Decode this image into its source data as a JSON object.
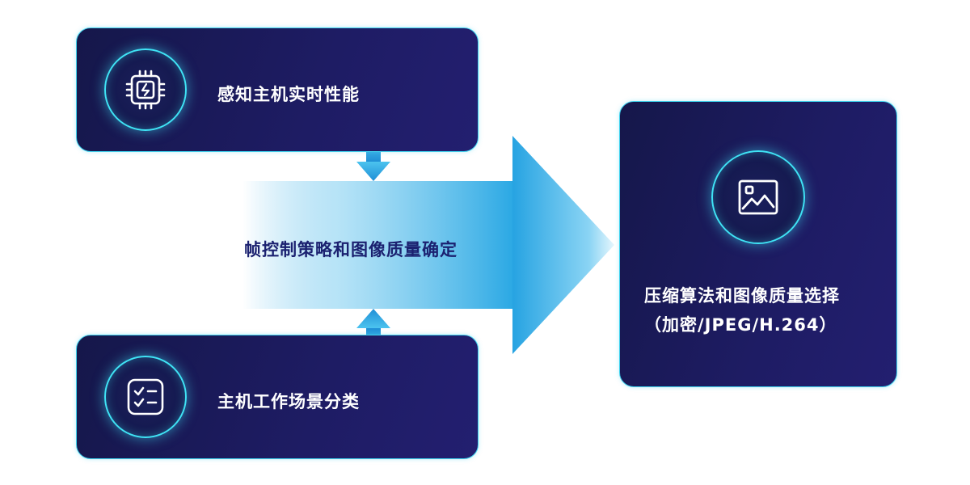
{
  "cards": {
    "top": {
      "label": "感知主机实时性能",
      "icon": "cpu-chip-icon"
    },
    "bottom": {
      "label": "主机工作场景分类",
      "icon": "checklist-icon"
    },
    "right": {
      "label_line1": "压缩算法和图像质量选择",
      "label_line2": "（加密/JPEG/H.264）",
      "icon": "image-icon"
    }
  },
  "flow": {
    "label": "帧控制策略和图像质量确定"
  },
  "colors": {
    "card_bg": "#1e1c64",
    "card_border": "#3fd2ee",
    "icon_glow": "#3fe3f5",
    "arrow_blue": "#2aa8e4",
    "flow_text": "#1b2170"
  }
}
